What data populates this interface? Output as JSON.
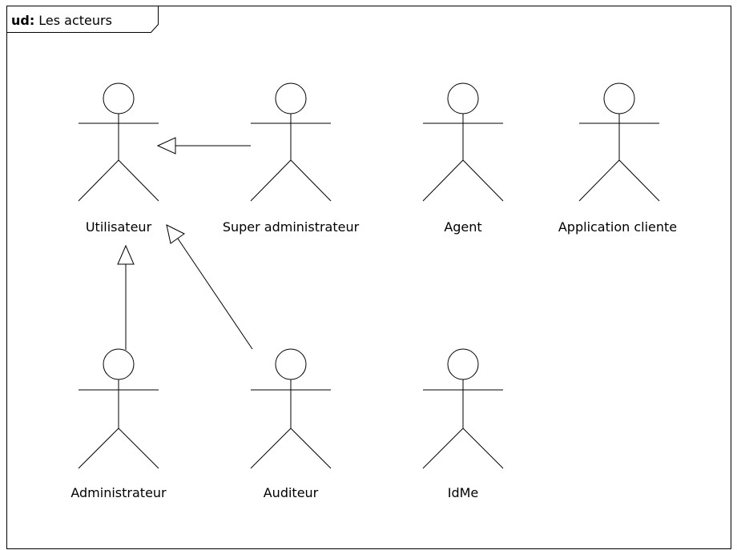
{
  "diagram": {
    "frame_label": {
      "prefix": "ud:",
      "name": "Les acteurs"
    },
    "actors": [
      {
        "id": "utilisateur",
        "name": "Utilisateur"
      },
      {
        "id": "super-administrateur",
        "name": "Super administrateur"
      },
      {
        "id": "agent",
        "name": "Agent"
      },
      {
        "id": "application-cliente",
        "name": "Application cliente"
      },
      {
        "id": "administrateur",
        "name": "Administrateur"
      },
      {
        "id": "auditeur",
        "name": "Auditeur"
      },
      {
        "id": "idme",
        "name": "IdMe"
      }
    ],
    "generalizations": [
      {
        "from": "super-administrateur",
        "to": "utilisateur"
      },
      {
        "from": "administrateur",
        "to": "utilisateur"
      },
      {
        "from": "auditeur",
        "to": "utilisateur"
      }
    ]
  }
}
